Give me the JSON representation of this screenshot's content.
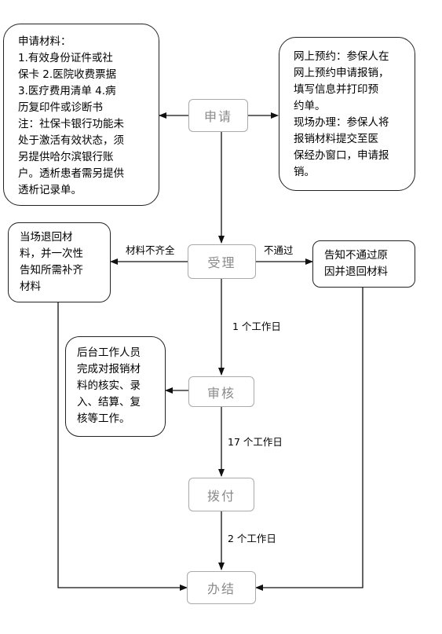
{
  "steps": {
    "apply": "申请",
    "accept": "受理",
    "review": "审核",
    "pay": "拨付",
    "done": "办结"
  },
  "notes": {
    "materials": [
      "申请材料：",
      "1.有效身份证件或社",
      "保卡 2.医院收费票据",
      "3.医疗费用清单 4.病",
      "历复印件或诊断书",
      "注：社保卡银行功能未",
      "处于激活有效状态，须",
      "另提供哈尔滨银行账",
      "户。透析患者需另提供",
      "透析记录单。"
    ],
    "channels": [
      "网上预约：参保人在",
      "网上预约申请报销，",
      "填写信息并打印预",
      "约单。",
      "现场办理：参保人将",
      "报销材料提交至医",
      "保经办窗口，申请报",
      "销。"
    ],
    "incomplete": [
      "当场退回材",
      "料，并一次性",
      "告知所需补齐",
      "材料"
    ],
    "rejected": [
      "告知不通过原",
      "因并退回材料"
    ],
    "backoffice": [
      "后台工作人员",
      "完成对报销材",
      "料的核实、录",
      "入、结算、复",
      "核等工作。"
    ]
  },
  "labels": {
    "incomplete": "材料不齐全",
    "fail": "不通过",
    "day1": "1 个工作日",
    "day17": "17 个工作日",
    "day2": "2 个工作日"
  }
}
